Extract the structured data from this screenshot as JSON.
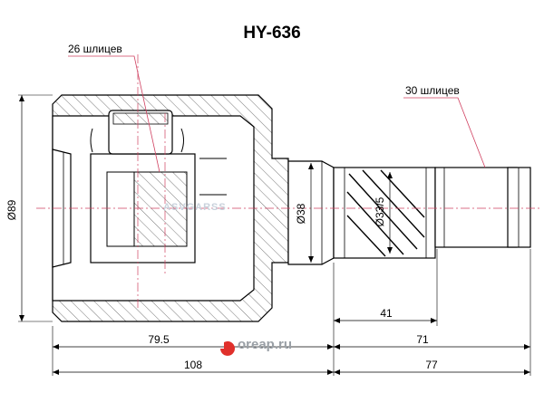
{
  "title": "HY-636",
  "callouts": {
    "left_splines": "26 шлицев",
    "right_splines": "30 шлицев"
  },
  "diameters": {
    "outer": "Ø89",
    "mid": "Ø38",
    "spline": "Ø33/5"
  },
  "dimensions": {
    "d41": "41",
    "d79_5": "79.5",
    "d71": "71",
    "d108": "108",
    "d77": "77"
  },
  "watermarks": {
    "center": "ASVGARSS",
    "logo": "oreap.ru"
  },
  "colors": {
    "line": "#000000",
    "hatch": "#555555",
    "leader": "#d04060",
    "watermark": "#c9d2dc",
    "logo_red": "#e0302b",
    "logo_grey": "#9aa0a6"
  }
}
